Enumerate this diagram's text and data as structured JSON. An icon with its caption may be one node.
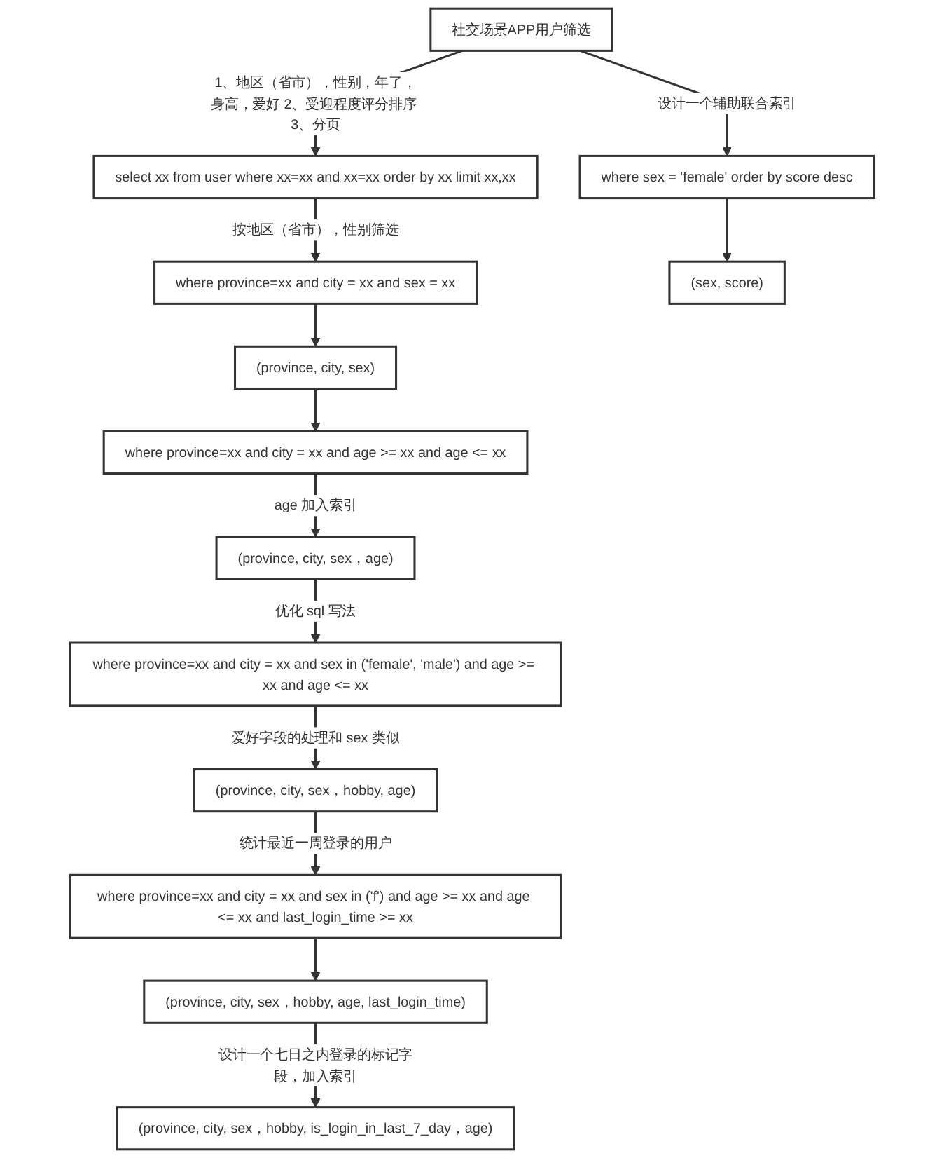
{
  "diagram": {
    "nodes": [
      {
        "text": [
          "社交场景APP用户筛选"
        ]
      },
      {
        "text": [
          "select xx from user where xx=xx and xx=xx order by xx limit xx,xx"
        ]
      },
      {
        "text": [
          "where sex = 'female' order by score desc"
        ]
      },
      {
        "text": [
          "where province=xx and city = xx and sex = xx"
        ]
      },
      {
        "text": [
          "(sex, score)"
        ]
      },
      {
        "text": [
          "(province, city, sex)"
        ]
      },
      {
        "text": [
          "where province=xx and city = xx and age >= xx and age <= xx"
        ]
      },
      {
        "text": [
          "(province, city, sex，age)"
        ]
      },
      {
        "text": [
          "where province=xx and city = xx and sex in ('female', 'male') and age >= xx and age <= xx"
        ]
      },
      {
        "text": [
          "(province, city, sex，hobby, age)"
        ]
      },
      {
        "text": [
          "where province=xx and city = xx and sex in ('f') and age >= xx and age <= xx and last_login_time >= xx"
        ]
      },
      {
        "text": [
          "(province, city, sex，hobby, age, last_login_time)"
        ]
      },
      {
        "text": [
          "(province, city, sex，hobby, is_login_in_last_7_day，age)"
        ]
      }
    ],
    "edges": [
      {
        "from": 0,
        "to": 1,
        "arrow": "to",
        "label": "1、地区（省市），性别，年了，身高，爱好 2、受迎程度评分排序 3、分页"
      },
      {
        "from": 0,
        "to": 2,
        "arrow": "to",
        "label": "设计一个辅助联合索引"
      },
      {
        "from": 2,
        "to": 4,
        "arrow": "to"
      },
      {
        "from": 1,
        "to": 3,
        "arrow": "to",
        "label": "按地区（省市），性别筛选"
      },
      {
        "from": 3,
        "to": 5,
        "arrow": "to"
      },
      {
        "from": 5,
        "to": 6,
        "arrow": "to"
      },
      {
        "from": 6,
        "to": 7,
        "arrow": "to",
        "label": "age 加入索引"
      },
      {
        "from": 7,
        "to": 8,
        "arrow": "to",
        "label": "优化 sql 写法"
      },
      {
        "from": 8,
        "to": 9,
        "arrow": "to",
        "label": "爱好字段的处理和 sex 类似"
      },
      {
        "from": 9,
        "to": 10,
        "arrow": "to",
        "label": "统计最近一周登录的用户"
      },
      {
        "from": 10,
        "to": 11,
        "arrow": "to"
      },
      {
        "from": 11,
        "to": 12,
        "arrow": "to",
        "label": "设计一个七日之内登录的标记字段，加入索引"
      }
    ]
  }
}
